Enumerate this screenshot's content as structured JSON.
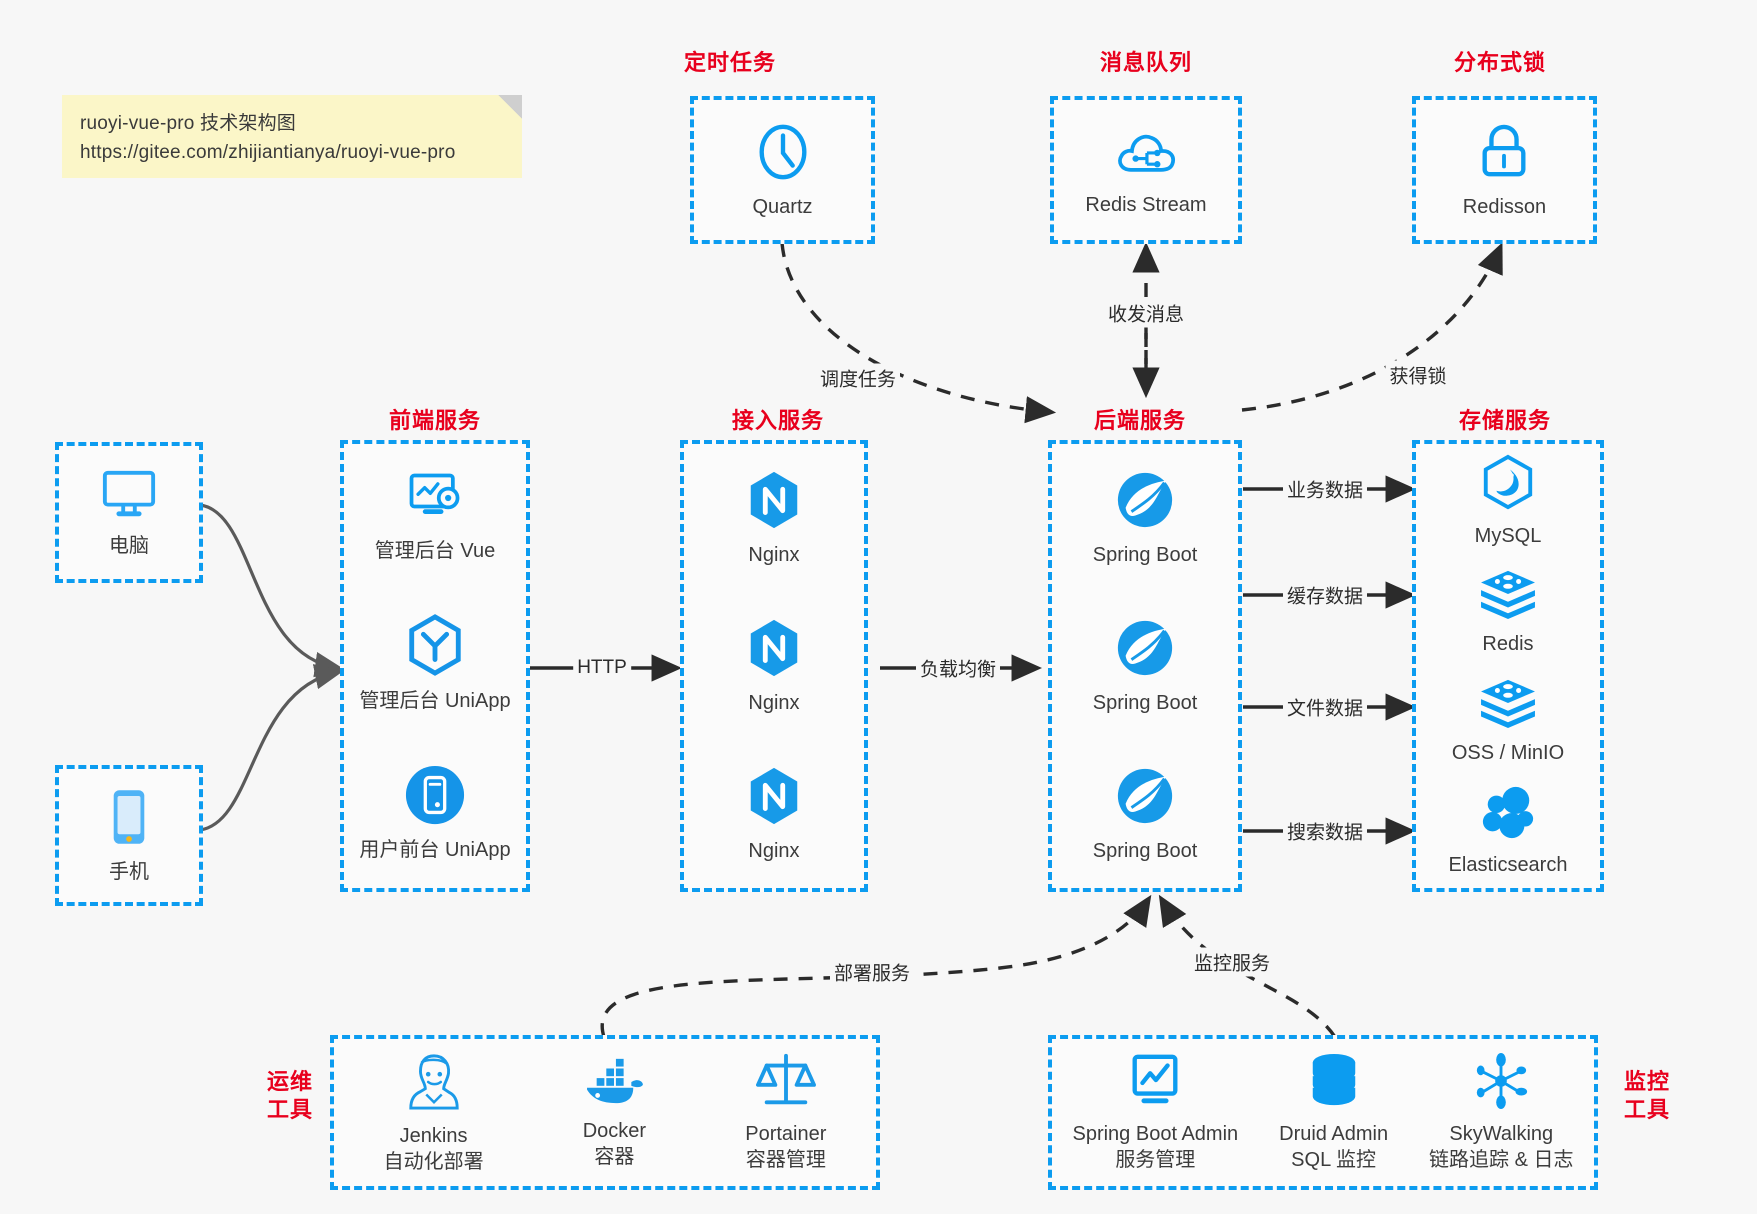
{
  "note": {
    "line1": "ruoyi-vue-pro 技术架构图",
    "line2": "https://gitee.com/zhijiantianya/ruoyi-vue-pro"
  },
  "colors": {
    "accent_blue": "#0c9cf0",
    "title_red": "#e8001d",
    "note_yellow": "#fbf6c8",
    "canvas": "#f7f7f7",
    "wire": "#2b2b2b",
    "client_wire": "#5a5a5a"
  },
  "groups": {
    "scheduler": {
      "title": "定时任务",
      "nodes": [
        {
          "label": "Quartz",
          "icon": "clock-icon"
        }
      ]
    },
    "mq": {
      "title": "消息队列",
      "nodes": [
        {
          "label": "Redis Stream",
          "icon": "cloud-stream-icon"
        }
      ]
    },
    "lock": {
      "title": "分布式锁",
      "nodes": [
        {
          "label": "Redisson",
          "icon": "lock-icon"
        }
      ]
    },
    "clients": {
      "nodes": [
        {
          "label": "电脑",
          "icon": "desktop-icon"
        },
        {
          "label": "手机",
          "icon": "mobile-icon"
        }
      ]
    },
    "frontend": {
      "title": "前端服务",
      "nodes": [
        {
          "label": "管理后台 Vue",
          "icon": "monitor-gear-icon"
        },
        {
          "label": "管理后台 UniApp",
          "icon": "hexagon-y-icon"
        },
        {
          "label": "用户前台 UniApp",
          "icon": "circle-phone-icon"
        }
      ]
    },
    "gateway": {
      "title": "接入服务",
      "nodes": [
        {
          "label": "Nginx",
          "icon": "nginx-icon"
        },
        {
          "label": "Nginx",
          "icon": "nginx-icon"
        },
        {
          "label": "Nginx",
          "icon": "nginx-icon"
        }
      ]
    },
    "backend": {
      "title": "后端服务",
      "nodes": [
        {
          "label": "Spring Boot",
          "icon": "spring-boot-icon"
        },
        {
          "label": "Spring Boot",
          "icon": "spring-boot-icon"
        },
        {
          "label": "Spring Boot",
          "icon": "spring-boot-icon"
        }
      ]
    },
    "storage": {
      "title": "存储服务",
      "nodes": [
        {
          "label": "MySQL",
          "icon": "mysql-icon"
        },
        {
          "label": "Redis",
          "icon": "redis-stack-icon"
        },
        {
          "label": "OSS / MinIO",
          "icon": "oss-stack-icon"
        },
        {
          "label": "Elasticsearch",
          "icon": "elasticsearch-icon"
        }
      ]
    },
    "devops": {
      "title_line1": "运维",
      "title_line2": "工具",
      "nodes": [
        {
          "label": "Jenkins",
          "sub": "自动化部署",
          "icon": "jenkins-icon"
        },
        {
          "label": "Docker",
          "sub": "容器",
          "icon": "docker-icon"
        },
        {
          "label": "Portainer",
          "sub": "容器管理",
          "icon": "scales-icon"
        }
      ]
    },
    "monitor": {
      "title_line1": "监控",
      "title_line2": "工具",
      "nodes": [
        {
          "label": "Spring Boot Admin",
          "sub": "服务管理",
          "icon": "monitor-chart-icon"
        },
        {
          "label": "Druid Admin",
          "sub": "SQL 监控",
          "icon": "database-icon"
        },
        {
          "label": "SkyWalking",
          "sub": "链路追踪 & 日志",
          "icon": "skywalking-icon"
        }
      ]
    }
  },
  "edges": [
    {
      "id": "schedule-task",
      "label": "调度任务",
      "style": "dashed"
    },
    {
      "id": "send-recv-msg",
      "label": "收发消息",
      "style": "dashed"
    },
    {
      "id": "acquire-lock",
      "label": "获得锁",
      "style": "dashed"
    },
    {
      "id": "http",
      "label": "HTTP",
      "style": "solid"
    },
    {
      "id": "load-balance",
      "label": "负载均衡",
      "style": "solid"
    },
    {
      "id": "business-data",
      "label": "业务数据",
      "style": "solid"
    },
    {
      "id": "cache-data",
      "label": "缓存数据",
      "style": "solid"
    },
    {
      "id": "file-data",
      "label": "文件数据",
      "style": "solid"
    },
    {
      "id": "search-data",
      "label": "搜索数据",
      "style": "solid"
    },
    {
      "id": "deploy-service",
      "label": "部署服务",
      "style": "dashed"
    },
    {
      "id": "monitor-service",
      "label": "监控服务",
      "style": "dashed"
    }
  ]
}
